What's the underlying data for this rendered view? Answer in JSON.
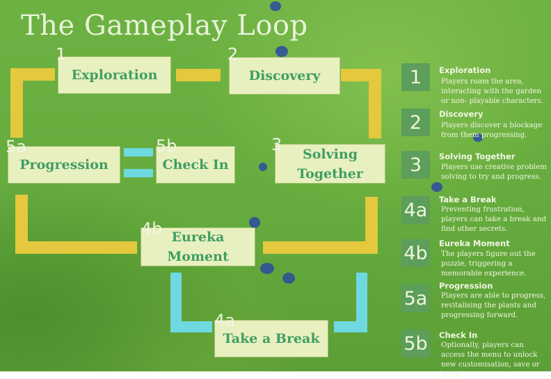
{
  "title": "The Gameplay Loop",
  "nodes": {
    "exploration": {
      "label": "Exploration",
      "num": "1"
    },
    "discovery": {
      "label": "Discovery",
      "num": "2"
    },
    "solving_together": {
      "label": "Solving Together",
      "num": "3"
    },
    "progression": {
      "label": "Progression",
      "num": "5a"
    },
    "check_in": {
      "label": "Check In",
      "num": "5b"
    },
    "eureka_moment": {
      "label": "Eureka Moment",
      "num": "4b"
    },
    "take_a_break": {
      "label": "Take a Break",
      "num": "4a"
    }
  },
  "legend": [
    {
      "num": "1",
      "title": "Exploration",
      "desc": "Players roam the area, interacting with the garden or non- playable characters."
    },
    {
      "num": "2",
      "title": "Discovery",
      "desc": "Players discover a blockage from them progressing."
    },
    {
      "num": "3",
      "title": "Solving  Together",
      "desc": "Players use creative problem solving to try and progress."
    },
    {
      "num": "4a",
      "title": "Take a Break",
      "desc": "Preventing frustration, players can take a break and find other secrets."
    },
    {
      "num": "4b",
      "title": "Eureka Moment",
      "desc": "The players figure out the puzzle, triggering a memorable experience."
    },
    {
      "num": "5a",
      "title": "Progression",
      "desc": "Players are able to progress, revitalising the plants and progressing forward."
    },
    {
      "num": "5b",
      "title": "Check In",
      "desc": "Optionally, players can access the menu to unlock new customisation, save or leave."
    }
  ],
  "colors": {
    "background": "#64aa3c",
    "box": "#e9f0bf",
    "box_text": "#3f9e63",
    "loop_yellow": "#e4c83d",
    "loop_cyan": "#6fd9e1",
    "legend_tile": "#5c9e5a"
  }
}
